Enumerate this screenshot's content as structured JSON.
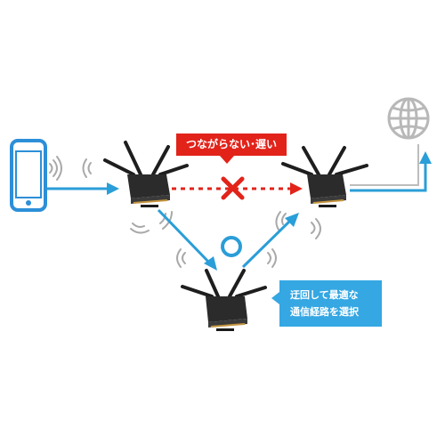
{
  "colors": {
    "arrow_blue": "#2a9ed8",
    "callout_blue": "#35a7e3",
    "alert_red": "#e2231a",
    "router_body": "#2b2b2b",
    "wired_gray": "#bdbdbd",
    "wave_gray": "#a9a9a9",
    "phone_blue": "#2d8fd8"
  },
  "labels": {
    "slow_link": "つながらない･遅い",
    "detour_line1": "迂回して最適な",
    "detour_line2": "通信経路を選択"
  },
  "icons": {
    "device": "smartphone-icon",
    "internet": "globe-icon",
    "blocked": "cross-icon",
    "ok": "circle-ok-icon"
  }
}
